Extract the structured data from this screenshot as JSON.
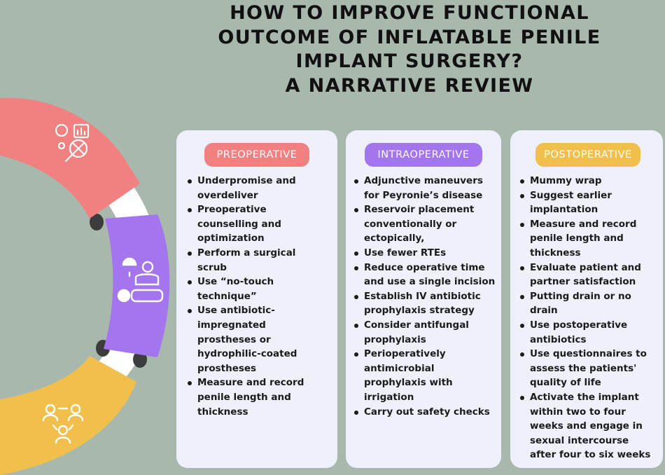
{
  "title": {
    "line1": "HOW TO IMPROVE FUNCTIONAL",
    "line2": "OUTCOME OF INFLATABLE PENILE",
    "line3": "IMPLANT SURGERY?",
    "line4": "A NARRATIVE REVIEW"
  },
  "icons": [
    "analysis-icon",
    "surgeon-icon",
    "group-icon"
  ],
  "colors": {
    "background": "#a9b8ad",
    "card": "#eef0fb",
    "preoperative": "#f18080",
    "intraoperative": "#a476ee",
    "postoperative": "#f0bf4c"
  },
  "columns": {
    "preoperative": {
      "label": "PREOPERATIVE",
      "items": [
        "Underpromise and\noverdeliver",
        "Preoperative\ncounselling and\noptimization",
        "Perform a surgical\nscrub",
        "Use “no-touch\ntechnique”",
        "Use antibiotic-\nimpregnated\nprostheses or\nhydrophilic-coated\nprostheses",
        "Measure and record\npenile length and\nthickness"
      ]
    },
    "intraoperative": {
      "label": "INTRAOPERATIVE",
      "items": [
        "Adjunctive maneuvers\nfor Peyronie’s disease",
        "Reservoir placement\nconventionally or\nectopically,",
        "Use fewer RTEs",
        "Reduce operative time\nand use a single incision",
        "Establish IV antibiotic\nprophylaxis strategy",
        "Consider antifungal\nprophylaxis",
        "Perioperatively\nantimicrobial\nprophylaxis with\nirrigation",
        "Carry out safety checks"
      ]
    },
    "postoperative": {
      "label": "POSTOPERATIVE",
      "items": [
        "Mummy wrap",
        "Suggest earlier\nimplantation",
        "Measure and record\npenile length and\nthickness",
        "Evaluate patient and\npartner satisfaction",
        "Putting drain or no\ndrain",
        "Use postoperative\nantibiotics",
        "Use questionnaires to\nassess the patients'\nquality of life",
        "Activate the implant\nwithin two to four\nweeks and engage in\nsexual intercourse\nafter four to six weeks"
      ]
    }
  }
}
